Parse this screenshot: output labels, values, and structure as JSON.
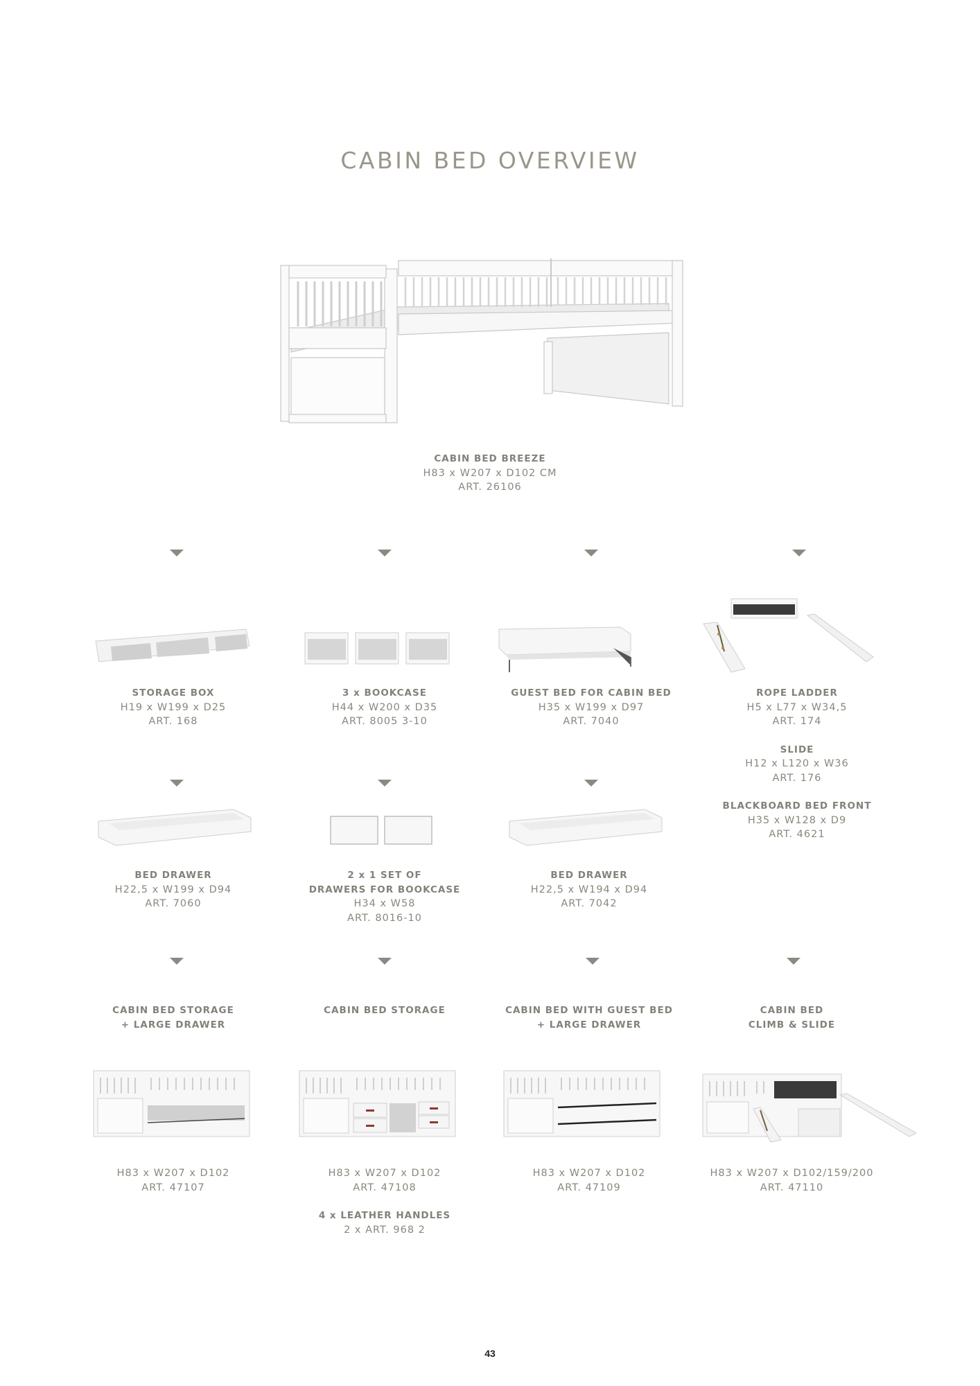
{
  "page": {
    "title": "CABIN BED OVERVIEW",
    "page_number": "43",
    "colors": {
      "text": "#8a877d",
      "title": "#9a968a",
      "arrow": "#8c8a80",
      "blackboard": "#3a3a3a"
    }
  },
  "main_product": {
    "name": "CABIN BED BREEZE",
    "dims": "H83 x W207 x D102 CM",
    "art": "ART. 26106",
    "image": "cabin-bed-breeze-image"
  },
  "accessories_row1": [
    {
      "name": "STORAGE BOX",
      "dims": "H19 x W199 x D25",
      "art": "ART. 168",
      "image": "storage-box-image"
    },
    {
      "name": "3 x BOOKCASE",
      "dims": "H44 x W200 x D35",
      "art": "ART. 8005 3-10",
      "image": "bookcase-image"
    },
    {
      "name": "GUEST BED FOR CABIN BED",
      "dims": "H35 x W199 x D97",
      "art": "ART. 7040",
      "image": "guest-bed-image"
    },
    {
      "name": "ROPE LADDER",
      "dims": "H5 x L77 x W34,5",
      "art": "ART. 174",
      "image": "ladder-slide-image",
      "extra": [
        {
          "name": "SLIDE",
          "dims": "H12 x L120 x W36",
          "art": "ART. 176"
        },
        {
          "name": "BLACKBOARD BED FRONT",
          "dims": "H35 x W128 x D9",
          "art": "ART. 4621"
        }
      ]
    }
  ],
  "accessories_row2": [
    {
      "name": "BED DRAWER",
      "dims": "H22,5 x W199 x D94",
      "art": "ART. 7060",
      "image": "bed-drawer-image"
    },
    {
      "name_line1": "2 x 1 SET OF",
      "name_line2": "DRAWERS FOR BOOKCASE",
      "dims": "H34 x W58",
      "art": "ART. 8016-10",
      "image": "bookcase-drawers-image"
    },
    {
      "name": "BED DRAWER",
      "dims": "H22,5 x W194 x D94",
      "art": "ART. 7042",
      "image": "bed-drawer-image"
    }
  ],
  "combinations": [
    {
      "name_line1": "CABIN BED STORAGE",
      "name_line2": "+ LARGE DRAWER",
      "dims": "H83 x W207 x D102",
      "art": "ART. 47107",
      "image": "cabin-bed-storage-drawer-image"
    },
    {
      "name_line1": "CABIN BED STORAGE",
      "name_line2": "",
      "dims": "H83 x W207 x D102",
      "art": "ART. 47108",
      "image": "cabin-bed-storage-image",
      "extra_name": "4 x LEATHER HANDLES",
      "extra_art": "2 x ART. 968 2"
    },
    {
      "name_line1": "CABIN BED WITH GUEST BED",
      "name_line2": "+ LARGE DRAWER",
      "dims": "H83 x W207 x D102",
      "art": "ART. 47109",
      "image": "cabin-bed-guest-image"
    },
    {
      "name_line1": "CABIN BED",
      "name_line2": "CLIMB & SLIDE",
      "dims": "H83 x W207 x D102/159/200",
      "art": "ART. 47110",
      "image": "cabin-bed-climb-slide-image"
    }
  ]
}
